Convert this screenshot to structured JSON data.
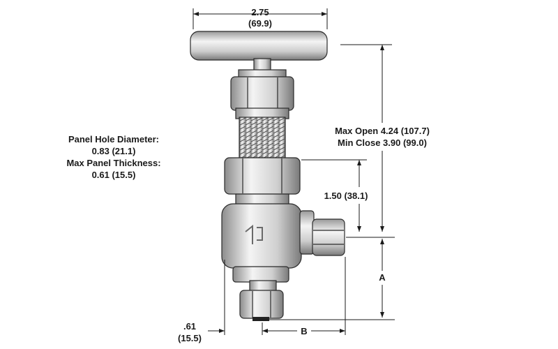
{
  "dimensions": {
    "handle_width": "2.75",
    "handle_width_mm": "(69.9)",
    "max_open": "Max Open 4.24 (107.7)",
    "min_close": "Min Close 3.90 (99.0)",
    "panel_to_port": "1.50 (38.1)",
    "dim_a": "A",
    "dim_b": "B",
    "bottom_offset": ".61",
    "bottom_offset_mm": "(15.5)"
  },
  "panel_note": {
    "line1": "Panel Hole Diameter:",
    "line2": "0.83 (21.1)",
    "line3": "Max Panel Thickness:",
    "line4": "0.61 (15.5)"
  },
  "colors": {
    "line": "#1a1a1a",
    "metal_light": "#f4f4f4",
    "metal_dark": "#8c8c8c"
  }
}
